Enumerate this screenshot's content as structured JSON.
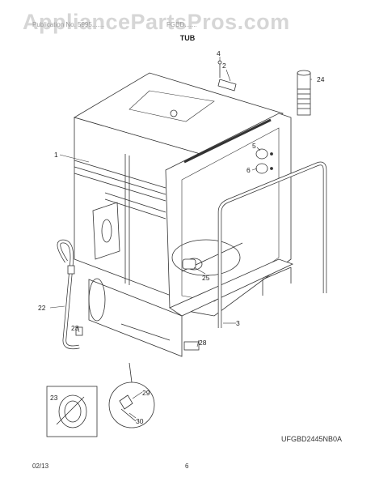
{
  "watermark": "AppliancePartsPros.com",
  "header": {
    "left_text": "Publication No. 5995.......",
    "right_text": "FGBD.......",
    "section_title": "TUB"
  },
  "callouts": [
    "1",
    "2",
    "3",
    "4",
    "5",
    "6",
    "22",
    "23",
    "24",
    "25",
    "28",
    "29",
    "30"
  ],
  "footer": {
    "model_code": "UFGBD2445NB0A",
    "date": "02/13",
    "page": "6"
  },
  "colors": {
    "line": "#333333",
    "watermark": "#d6d6d6"
  }
}
